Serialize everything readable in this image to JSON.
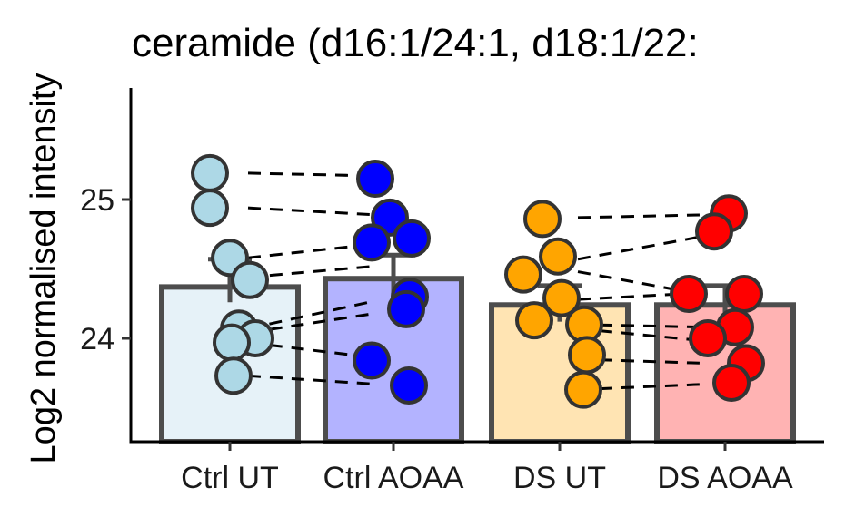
{
  "chart_data": {
    "type": "bar",
    "title": "ceramide (d16:1/24:1, d18:1/22:",
    "xlabel": "",
    "ylabel": "Log2 normalised intensity",
    "ylim": [
      23.25,
      25.8
    ],
    "yticks": [
      24,
      25
    ],
    "categories": [
      "Ctrl UT",
      "Ctrl AOAA",
      "DS UT",
      "DS AOAA"
    ],
    "bar_values": [
      24.37,
      24.43,
      24.24,
      24.24
    ],
    "error_bars": [
      {
        "low": 24.26,
        "high": 24.57
      },
      {
        "low": 24.27,
        "high": 24.6
      },
      {
        "low": 24.12,
        "high": 24.38
      },
      {
        "low": 24.09,
        "high": 24.38
      }
    ],
    "bar_fill_colors": [
      "#e6f2f8",
      "#b3b3ff",
      "#ffe4b3",
      "#ffb3b3"
    ],
    "point_colors": [
      "#add8e6",
      "#0000ff",
      "#ffa500",
      "#ff0000"
    ],
    "series": [
      {
        "category": "Ctrl UT",
        "values": [
          25.19,
          24.94,
          24.58,
          24.42,
          24.07,
          24.0,
          23.97,
          23.73
        ]
      },
      {
        "category": "Ctrl AOAA",
        "values": [
          25.15,
          24.87,
          24.69,
          24.72,
          24.3,
          24.21,
          23.84,
          23.66
        ]
      },
      {
        "category": "DS UT",
        "values": [
          24.86,
          24.59,
          24.46,
          24.29,
          24.13,
          24.1,
          23.88,
          23.63
        ]
      },
      {
        "category": "DS AOAA",
        "values": [
          24.9,
          24.77,
          24.32,
          24.32,
          24.08,
          24.0,
          23.82,
          23.68
        ]
      }
    ],
    "pairs": [
      {
        "from": "Ctrl UT",
        "to": "Ctrl AOAA",
        "values": [
          [
            25.19,
            25.17
          ],
          [
            24.94,
            24.89
          ],
          [
            24.58,
            24.68
          ],
          [
            24.44,
            24.52
          ],
          [
            24.07,
            24.27
          ],
          [
            24.04,
            24.18
          ],
          [
            23.97,
            23.86
          ],
          [
            23.73,
            23.67
          ]
        ]
      },
      {
        "from": "DS UT",
        "to": "DS AOAA",
        "values": [
          [
            24.87,
            24.89
          ],
          [
            24.57,
            24.74
          ],
          [
            24.48,
            24.31
          ],
          [
            24.28,
            24.33
          ],
          [
            24.1,
            24.08
          ],
          [
            24.07,
            23.98
          ],
          [
            23.85,
            23.82
          ],
          [
            23.63,
            23.67
          ]
        ]
      }
    ],
    "grid": false,
    "legend": "none"
  }
}
